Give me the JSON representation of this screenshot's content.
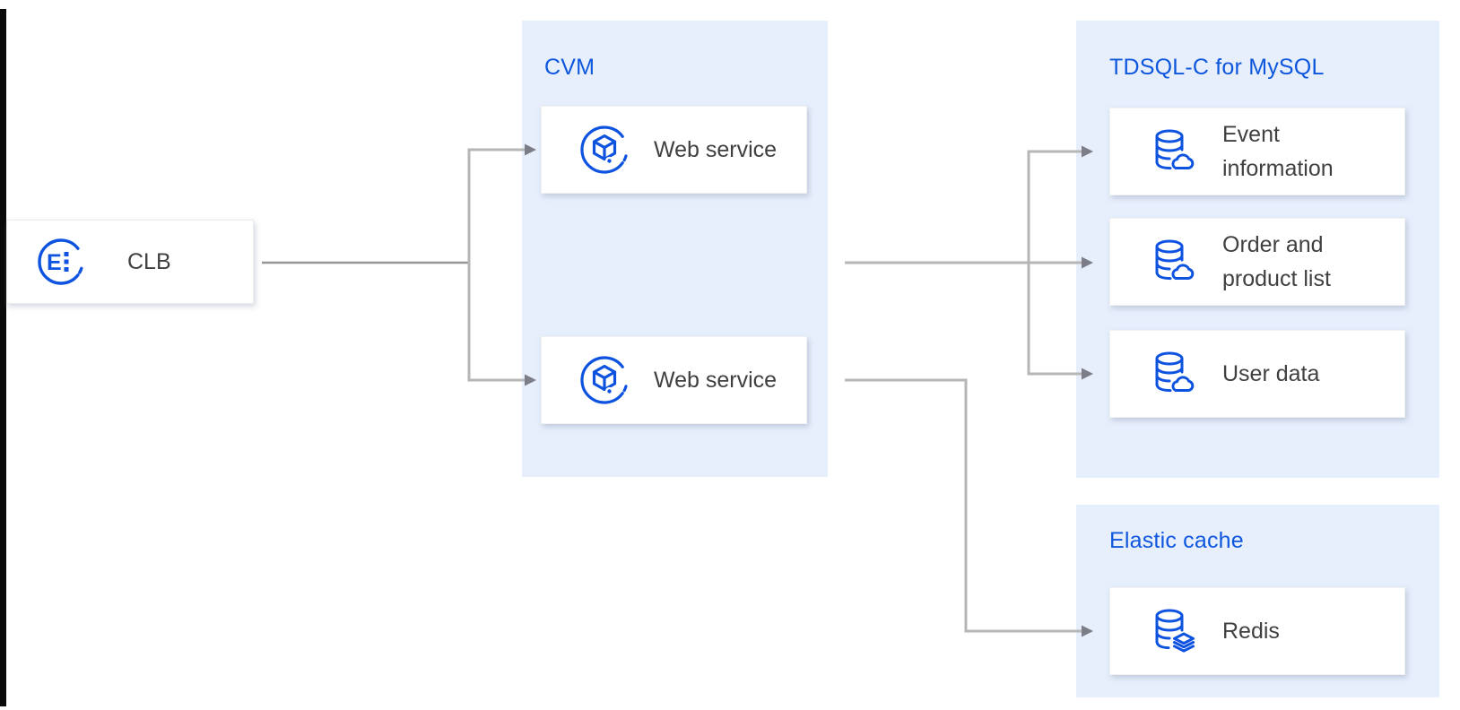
{
  "colors": {
    "accent_blue": "#0d53e0",
    "group_label_blue": "#0e57dd",
    "panel_background": "#e7effc",
    "card_background": "#ffffff",
    "connector_gray": "#b6b6b6",
    "feeder_gray": "#969696",
    "arrowhead_gray": "#7d7d87",
    "node_text": "#404040",
    "left_edge_black": "#0a0a0a"
  },
  "clb": {
    "label": "CLB",
    "icon": "clb-icon"
  },
  "groups": {
    "cvm": {
      "label": "CVM",
      "nodes": [
        {
          "label": "Web service",
          "icon": "cvm-server-icon"
        },
        {
          "label": "Web service",
          "icon": "cvm-server-icon"
        }
      ]
    },
    "tdsql": {
      "label": "TDSQL-C for MySQL",
      "nodes": [
        {
          "label": "Event information",
          "icon": "database-cloud-icon"
        },
        {
          "label": "Order and product list",
          "icon": "database-cloud-icon"
        },
        {
          "label": "User data",
          "icon": "database-cloud-icon"
        }
      ]
    },
    "cache": {
      "label": "Elastic cache",
      "nodes": [
        {
          "label": "Redis",
          "icon": "redis-cache-icon"
        }
      ]
    }
  },
  "connections": [
    {
      "from": "CLB",
      "to": "Web service (top)"
    },
    {
      "from": "CLB",
      "to": "Web service (bottom)"
    },
    {
      "from": "CVM group",
      "to": "Event information"
    },
    {
      "from": "CVM group",
      "to": "Order and product list"
    },
    {
      "from": "CVM group",
      "to": "User data"
    },
    {
      "from": "Web service (bottom)",
      "to": "Redis"
    }
  ]
}
